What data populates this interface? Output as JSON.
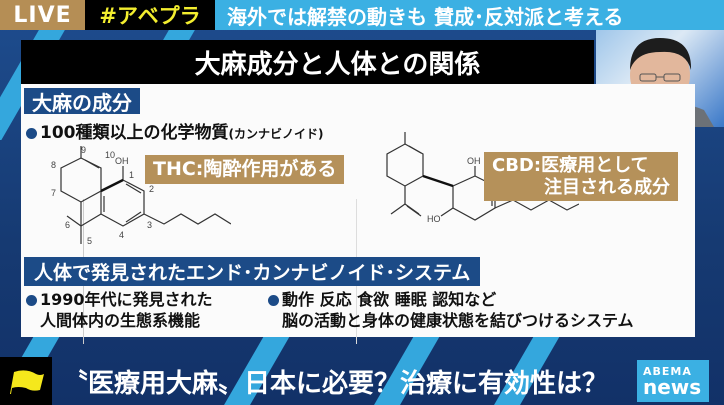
{
  "ticker": {
    "live_label": "LIVE",
    "hashtag": "#アベプラ",
    "topic": "海外では解禁の動きも 賛成･反対派と考える"
  },
  "board": {
    "title": "大麻成分と人体との関係",
    "section1": {
      "heading": "大麻の成分",
      "bullet": "100種類以上の化学物質",
      "bullet_note": "(カンナビノイド)",
      "thc_label": "THC:陶酔作用がある",
      "cbd_label_line1": "CBD:医療用として",
      "cbd_label_line2": "注目される成分",
      "thc_atom_labels": [
        "9",
        "10",
        "8",
        "7",
        "6",
        "5",
        "4",
        "3",
        "2",
        "1",
        "OH"
      ],
      "cbd_atom_labels": [
        "OH",
        "HO"
      ]
    },
    "section2": {
      "heading": "人体で発見されたエンド･カンナビノイド･システム",
      "bullet_left_line1": "1990年代に発見された",
      "bullet_left_line2": "人間体内の生態系機能",
      "bullet_right_line1": "動作 反応 食欲 睡眠 認知など",
      "bullet_right_line2": "脳の活動と身体の健康状態を結びつけるシステム"
    }
  },
  "caption": {
    "text": "〝医療用大麻〟日本に必要？治療に有効性は？"
  },
  "logo": {
    "line1": "ABEMA",
    "line2": "news"
  },
  "colors": {
    "live_gold": "#b58e55",
    "hashtag_yellow": "#f3ee2f",
    "ticker_blue": "#3bb0e3",
    "section_navy": "#1c4b87",
    "label_gold": "#b5915a",
    "flag_yellow": "#f5e81c"
  }
}
